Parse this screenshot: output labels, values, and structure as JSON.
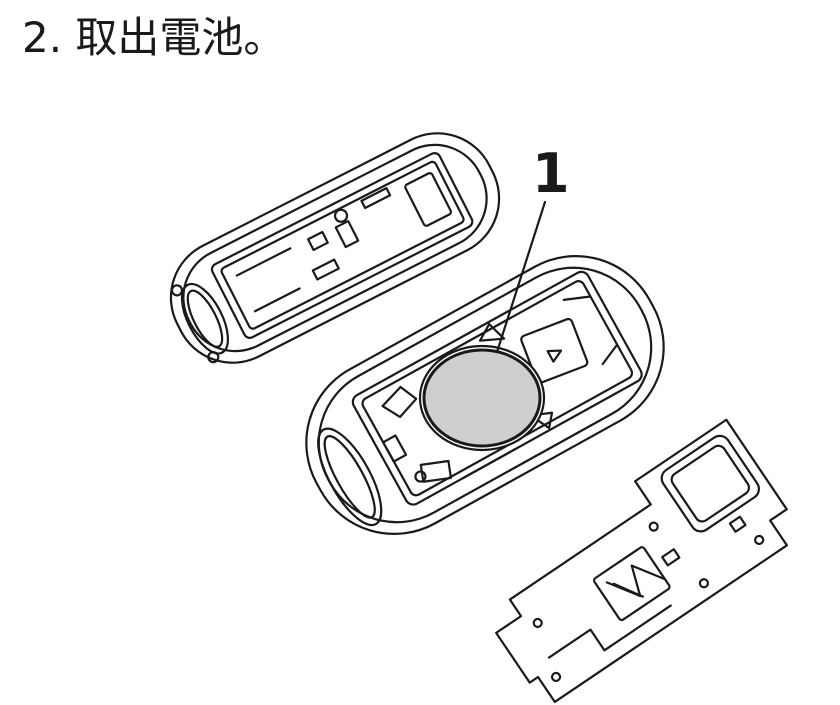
{
  "step": {
    "title": "2. 取出電池。"
  },
  "figure": {
    "callout_label": "1",
    "parts": [
      {
        "name": "top-cover",
        "icon": "key-fob-cover-icon"
      },
      {
        "name": "main-housing",
        "icon": "key-fob-housing-icon"
      },
      {
        "name": "battery",
        "icon": "coin-battery-icon",
        "fill": "#cfcfcf"
      },
      {
        "name": "circuit-board",
        "icon": "circuit-board-icon"
      }
    ],
    "colors": {
      "stroke": "#1a1a1a",
      "battery_fill": "#cfcfcf",
      "background": "#ffffff"
    }
  }
}
